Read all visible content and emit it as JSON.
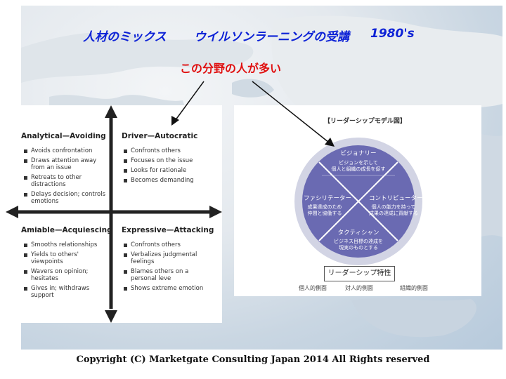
{
  "header": {
    "titles": [
      "人材のミックス",
      "ウイルソンラーニングの受講",
      "1980's"
    ],
    "subtitle": "この分野の人が多い"
  },
  "social_styles": {
    "quadrants": [
      {
        "title": "Analytical—Avoiding",
        "items": [
          "Avoids confrontation",
          "Draws attention away from an issue",
          "Retreats to other distractions",
          "Delays decision; controls emotions"
        ]
      },
      {
        "title": "Driver—Autocratic",
        "items": [
          "Confronts others",
          "Focuses on the issue",
          "Looks for rationale",
          "Becomes demanding"
        ]
      },
      {
        "title": "Amiable—Acquiescing",
        "items": [
          "Smooths relationships",
          "Yields to others' viewpoints",
          "Wavers on opinion; hesitates",
          "Gives in; withdraws support"
        ]
      },
      {
        "title": "Expressive—Attacking",
        "items": [
          "Confronts others",
          "Verbalizes judgmental feelings",
          "Blames others on a personal leve",
          "Shows extreme emotion"
        ]
      }
    ]
  },
  "leadership_model": {
    "title": "【リーダーシップモデル図】",
    "segments": [
      {
        "name": "ビジョナリー",
        "desc": [
          "ビジョンを示して",
          "個人と組織の成長を促す"
        ]
      },
      {
        "name": "ファシリテーター",
        "desc": [
          "成果達成のため",
          "仲間と協働する"
        ]
      },
      {
        "name": "コントリビューター",
        "desc": [
          "個人の能力を持って",
          "成果の達成に貢献する"
        ]
      },
      {
        "name": "タクティシャン",
        "desc": [
          "ビジネス目標の達成を",
          "現実のものとする"
        ]
      }
    ],
    "trait": "リーダーシップ特性",
    "levels": [
      "個人的側面",
      "対人的側面",
      "組織的側面"
    ],
    "circle_color": "#6a6ab2",
    "ring_color": "#d2d4e4"
  },
  "footer": {
    "copyright": "Copyright (C) Marketgate Consulting Japan 2014 All Rights reserved"
  },
  "colors": {
    "title": "#0d22d6",
    "subtitle": "#e01010"
  }
}
